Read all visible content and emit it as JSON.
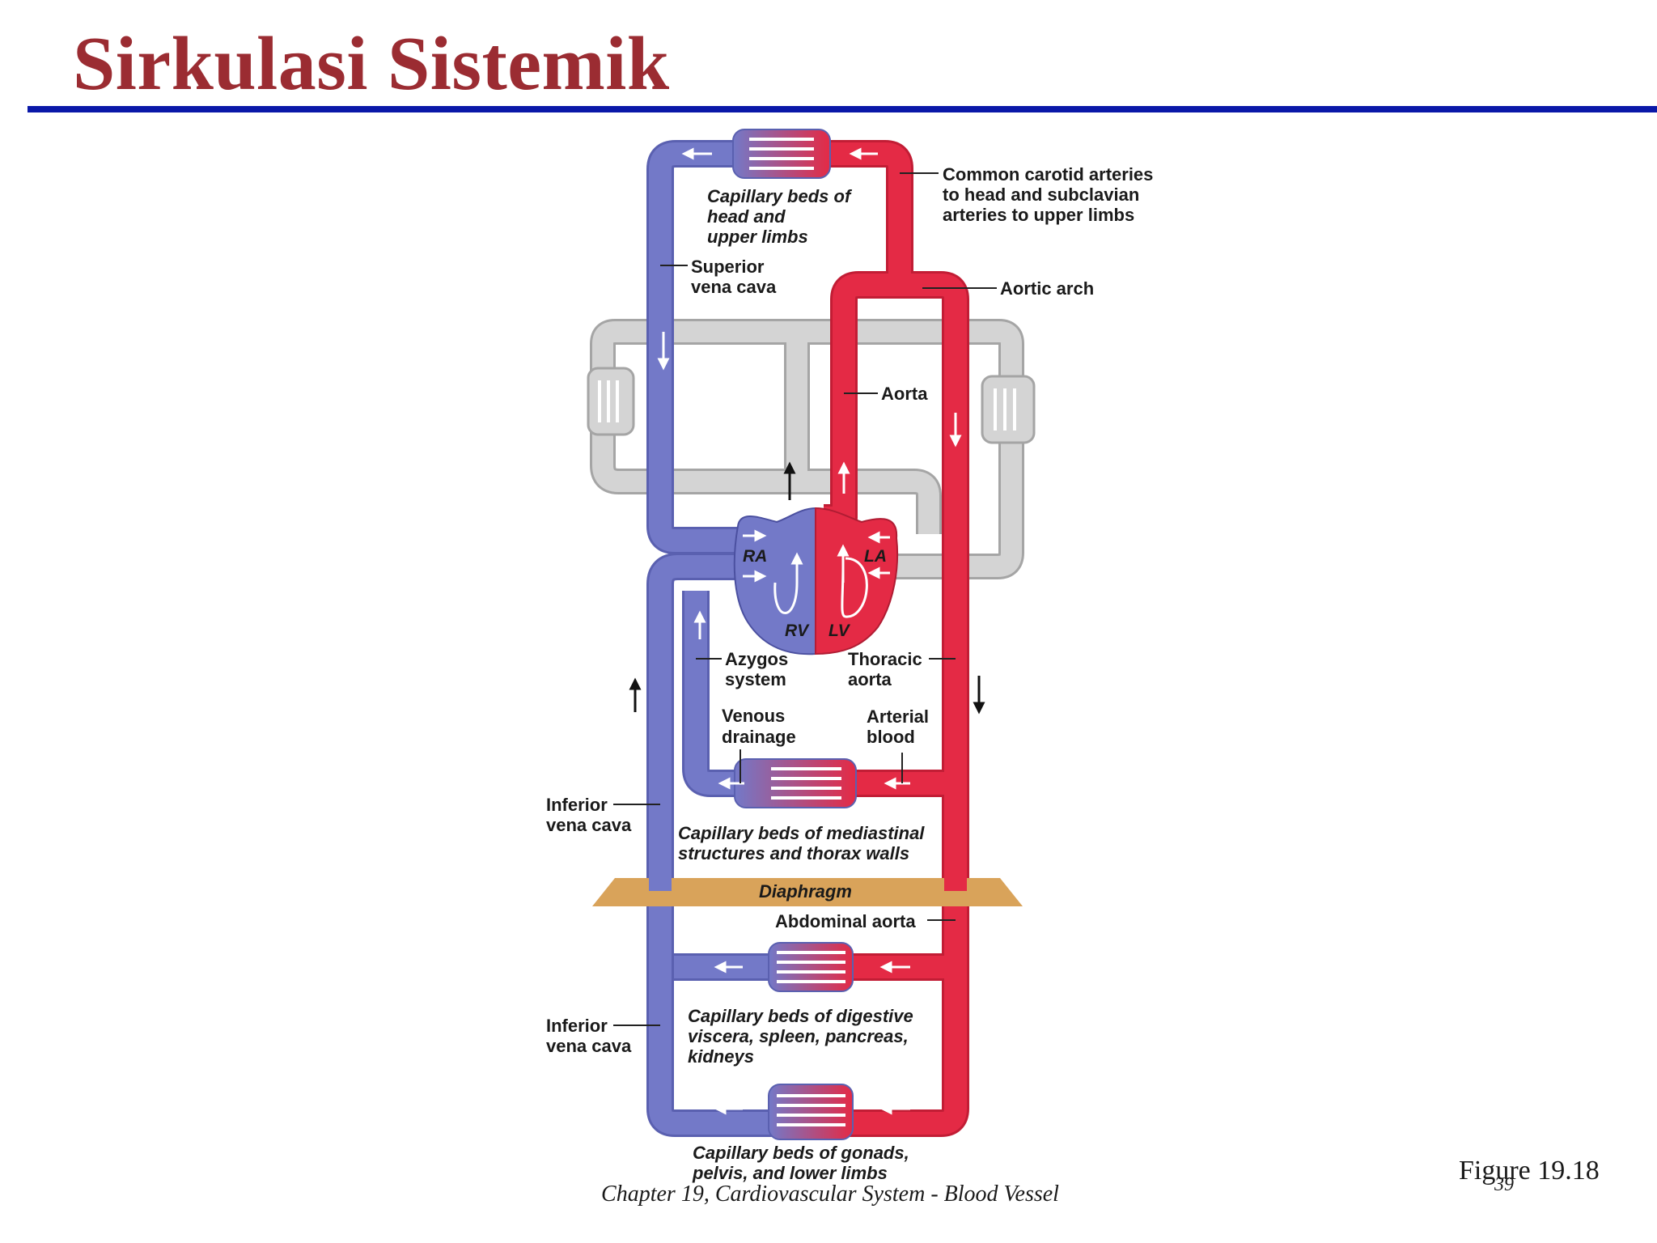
{
  "slide": {
    "title": "Sirkulasi Sistemik",
    "footer": "Chapter 19, Cardiovascular System - Blood Vessel",
    "figure_ref": "Figure 19.18",
    "page_number": "39"
  },
  "colors": {
    "title": "#9b2c32",
    "rule": "#0a18a8",
    "venous_blue": "#7379c8",
    "arterial_red": "#e42a45",
    "pulmonary_gray": "#d4d4d4",
    "diaphragm": "#d9a35a"
  },
  "diagram": {
    "labels": {
      "cap_head_1": "Capillary beds of",
      "cap_head_2": "head and",
      "cap_head_3": "upper limbs",
      "carotid_1": "Common carotid arteries",
      "carotid_2": "to head and subclavian",
      "carotid_3": "arteries to upper limbs",
      "svc_1": "Superior",
      "svc_2": "vena cava",
      "aortic_arch": "Aortic arch",
      "aorta": "Aorta",
      "ra": "RA",
      "la": "LA",
      "rv": "RV",
      "lv": "LV",
      "azygos_1": "Azygos",
      "azygos_2": "system",
      "thoracic_1": "Thoracic",
      "thoracic_2": "aorta",
      "venous_1": "Venous",
      "venous_2": "drainage",
      "arterial_1": "Arterial",
      "arterial_2": "blood",
      "ivc1_1": "Inferior",
      "ivc1_2": "vena cava",
      "cap_med_1": "Capillary beds of mediastinal",
      "cap_med_2": "structures and thorax walls",
      "diaphragm": "Diaphragm",
      "abdominal_aorta": "Abdominal aorta",
      "ivc2_1": "Inferior",
      "ivc2_2": "vena cava",
      "cap_dig_1": "Capillary beds of digestive",
      "cap_dig_2": "viscera, spleen, pancreas,",
      "cap_dig_3": "kidneys",
      "cap_gon_1": "Capillary beds of gonads,",
      "cap_gon_2": "pelvis, and lower limbs"
    }
  }
}
